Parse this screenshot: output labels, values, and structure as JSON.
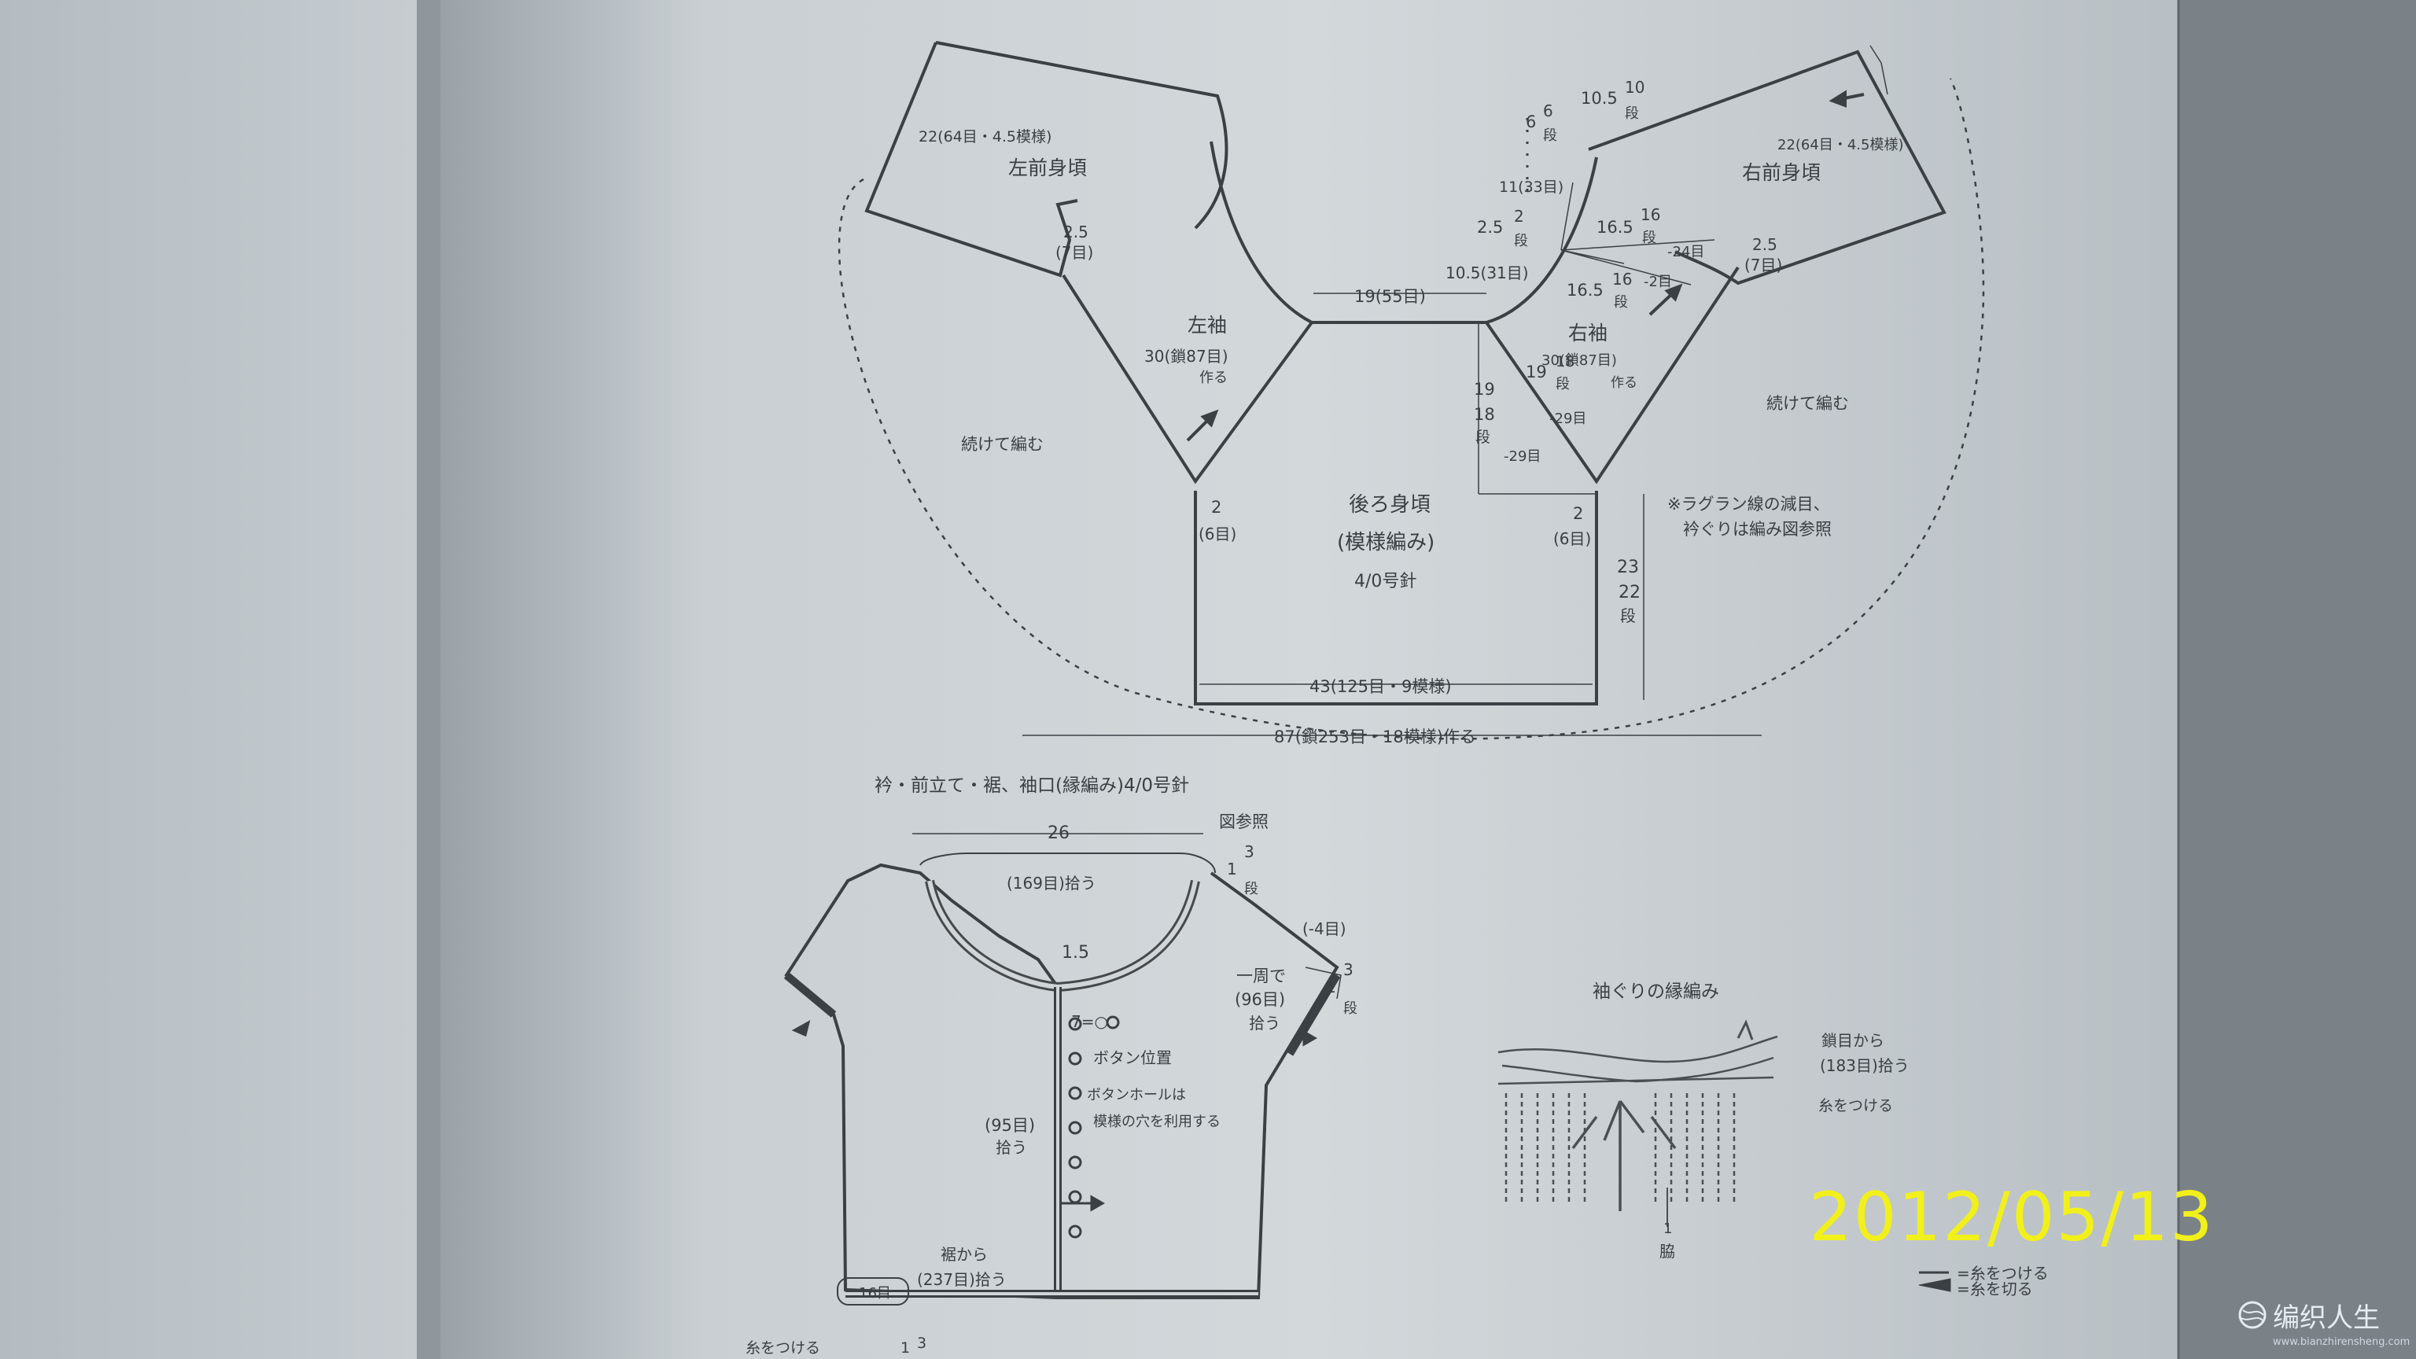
{
  "stamp_date": "2012/05/13",
  "watermark": {
    "title": "编织人生",
    "url": "www.bianzhirensheng.com"
  },
  "labels": {
    "left_front_size": "22(64目・4.5模様)",
    "left_front": "左前身頃",
    "right_front_size": "22(64目・4.5模様)",
    "right_front": "右前身頃",
    "left_width": "2.5",
    "left_width_rows": "(7目)",
    "right_width": "2.5",
    "right_width_rows": "(7目)",
    "neck_back": "19(55目)",
    "left_sleeve": "左袖",
    "right_sleeve": "右袖",
    "left_sleeve_cast": "30(鎖87目)",
    "left_sleeve_make": "作る",
    "right_sleeve_cast": "30(鎖87目)",
    "right_sleeve_make": "作る",
    "cont_left": "続けて編む",
    "cont_right": "続けて編む",
    "back": "後ろ身頃",
    "back_pattern": "(模様編み)",
    "needle": "4/0号針",
    "left_two": "2",
    "left_two_rows": "(6目)",
    "right_two": "2",
    "right_two_rows": "(6目)",
    "back_height": "23",
    "back_height_rows": "22",
    "back_height_unit": "段",
    "back_width": "43(125目・9模様)",
    "total_cast": "87(鎖253目・18模様)作る",
    "note1": "※ラグラン線の減目、",
    "note2": "衿ぐりは編み図参照",
    "m_10_5": "10.5",
    "m_10_5_rows": "10",
    "m_10_5_unit": "段",
    "m_6": "6",
    "m_6_rows": "6",
    "m_6_unit": "段",
    "m_11": "11(33目)",
    "m_2_5": "2.5",
    "m_2_5_rows": "2",
    "m_2_5_unit": "段",
    "m_16_5a": "16.5",
    "m_16_5a_rows": "16",
    "m_16_5a_unit": "段",
    "m_24": "-24目",
    "m_10_5b": "10.5(31目)",
    "m_16_5b": "16.5",
    "m_16_5b_rows": "16",
    "m_16_5b_unit": "段",
    "m_2b": "-2目",
    "m_19a": "19",
    "m_18a": "18",
    "m_dan_a": "段",
    "m_19b": "19",
    "m_18b": "18",
    "m_dan_b": "段",
    "m_29a": "-29目",
    "m_29b": "-29目",
    "edge_title": "衿・前立て・裾、袖口(縁編み)4/0号針",
    "ref_fig": "図参照",
    "e_26": "26",
    "e_169": "(169目)拾う",
    "e_1": "1",
    "e_3": "3",
    "e_dan": "段",
    "e_4": "(-4目)",
    "e_1_5": "1.5",
    "e_round": "一周で",
    "e_96": "(96目)",
    "e_pick": "拾う",
    "e_1b": "1",
    "e_3b": "3",
    "e_danb": "段",
    "e_7": "7=○",
    "e_btn": "ボタン位置",
    "e_hole1": "ボタンホールは",
    "e_hole2": "模様の穴を利用する",
    "e_95": "(95目)",
    "e_95p": "拾う",
    "e_hem1": "裾から",
    "e_hem2": "(237目)拾う",
    "e_16": "16目",
    "e_yarn": "糸をつける",
    "e_1c": "1",
    "e_3c": "3",
    "armhole_title": "袖ぐりの縁編み",
    "a_from1": "鎖目から",
    "a_from2": "(183目)拾う",
    "a_yarn": "糸をつける",
    "a_center": "1",
    "a_side": "脇",
    "legend1": "=糸をつける",
    "legend2": "=糸を切る"
  }
}
